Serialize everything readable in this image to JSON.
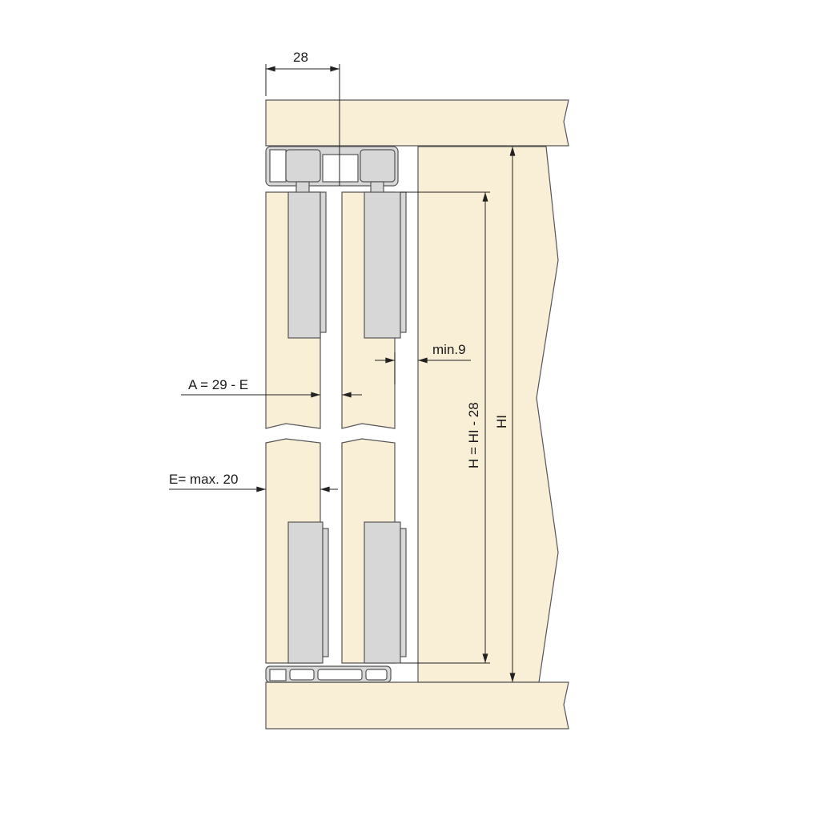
{
  "colors": {
    "wood": "#f9eed6",
    "hardware": "#d7d7d7",
    "outline": "#555555",
    "dimension": "#222222"
  },
  "dimensions": {
    "top_width": "28",
    "min_gap": "min.9",
    "door_height": "H = HI - 28",
    "interior_height": "HI",
    "offset_a": "A = 29 - E",
    "thickness_e": "E= max. 20"
  }
}
